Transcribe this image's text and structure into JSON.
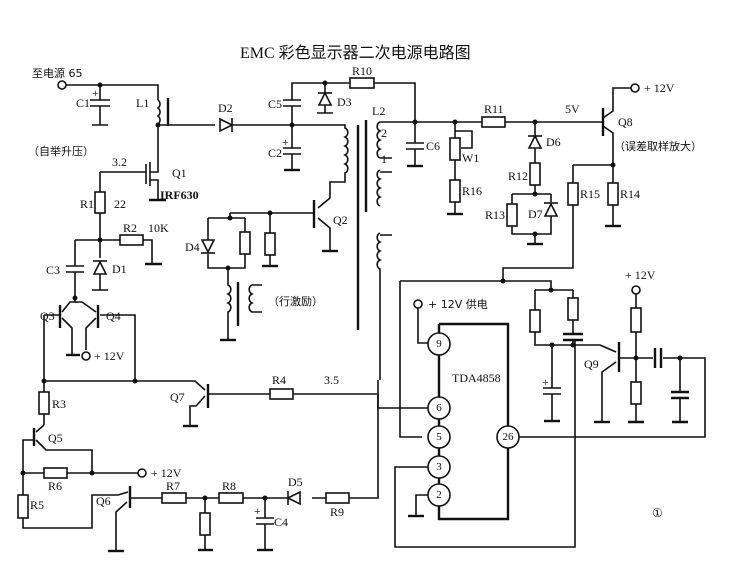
{
  "title": "EMC 彩色显示器二次电源电路图",
  "figure_number": "①",
  "annotations": {
    "source_65": "至电源 65",
    "boost_note": "（自举升压）",
    "h_drive_note": "（行激励）",
    "error_amp_note": "（误差取样放大）",
    "supply_12v_label": "+ 12V 供电",
    "plus_12v": "+ 12V",
    "voltage_q1_gate": "3.2",
    "voltage_r4": "3.5",
    "voltage_q8_base": "5V",
    "r1_value": "22",
    "r2_value": "10K",
    "q1_part": "IRF630"
  },
  "ic": {
    "name": "TDA4858",
    "pins": [
      "9",
      "6",
      "5",
      "3",
      "2",
      "26"
    ]
  },
  "components": {
    "capacitors": [
      "C1",
      "C2",
      "C3",
      "C4",
      "C5",
      "C6"
    ],
    "inductors": [
      "L1",
      "L2"
    ],
    "transformer_taps": [
      "2",
      "1"
    ],
    "diodes": [
      "D1",
      "D2",
      "D3",
      "D4",
      "D5",
      "D6",
      "D7"
    ],
    "transistors": [
      "Q1",
      "Q2",
      "Q3",
      "Q4",
      "Q5",
      "Q6",
      "Q7",
      "Q8",
      "Q9"
    ],
    "resistors": [
      "R1",
      "R2",
      "R3",
      "R4",
      "R5",
      "R6",
      "R7",
      "R8",
      "R9",
      "R10",
      "R11",
      "R12",
      "R13",
      "R14",
      "R15",
      "R16"
    ],
    "potentiometers": [
      "W1"
    ]
  }
}
